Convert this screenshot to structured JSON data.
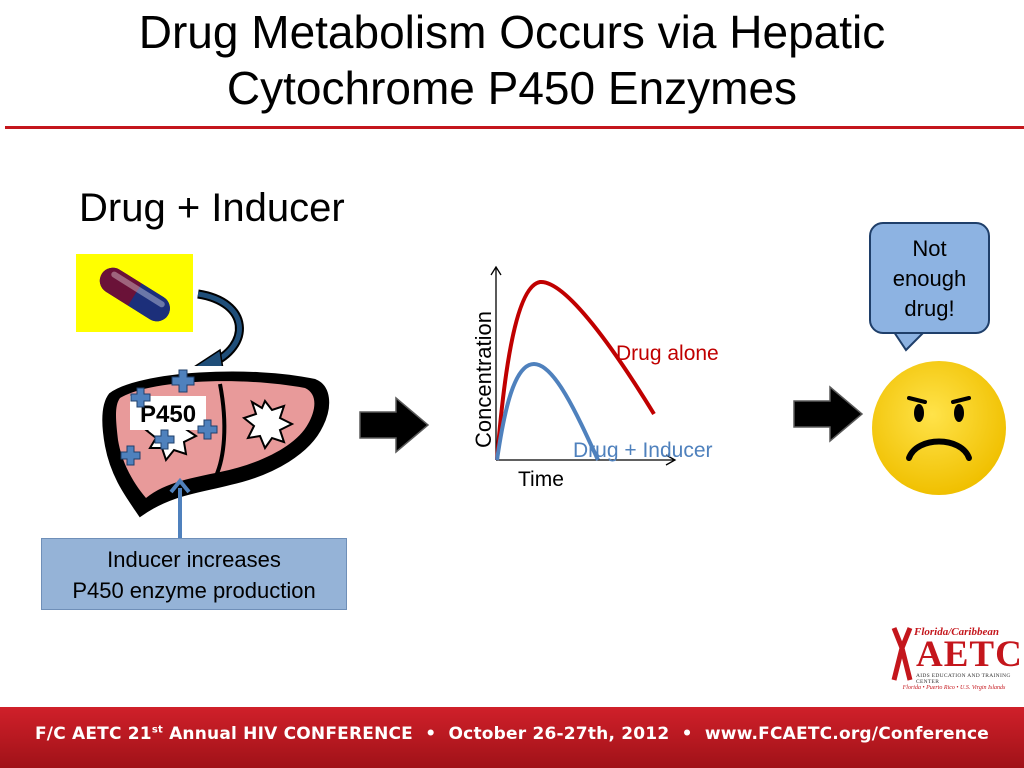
{
  "slide": {
    "title_line1": "Drug Metabolism Occurs via Hepatic",
    "title_line2": "Cytochrome P450 Enzymes",
    "subheading": "Drug + Inducer"
  },
  "liver": {
    "label": "P450"
  },
  "caption": {
    "line1": "Inducer increases",
    "line2": "P450 enzyme production"
  },
  "graph": {
    "ylabel": "Concentration",
    "xlabel": "Time",
    "series_labels": [
      "Drug alone",
      "Drug + Inducer"
    ]
  },
  "speech": {
    "line1": "Not",
    "line2": "enough",
    "line3": "drug!"
  },
  "logo": {
    "top": "Florida/Caribbean",
    "main": "AETC",
    "sub": "AIDS EDUCATION AND TRAINING CENTER",
    "foot": "Florida • Puerto Rico • U.S. Virgin Islands"
  },
  "footer": {
    "part1": "F/C AETC 21",
    "sup": "st",
    "part2": " Annual HIV CONFERENCE  •  October 26-27th, 2012  •  www.FCAETC.org/Conference"
  },
  "chart_data": {
    "type": "line",
    "xlabel": "Time",
    "ylabel": "Concentration",
    "series": [
      {
        "name": "Drug alone",
        "color": "#c00000"
      },
      {
        "name": "Drug + Inducer",
        "color": "#4f81bd"
      }
    ]
  },
  "colors": {
    "accent_red": "#c4161c",
    "capsule_bg": "#ffff00",
    "liver_red": "#e89a9a",
    "smiley_yellow": "#f7d000"
  }
}
